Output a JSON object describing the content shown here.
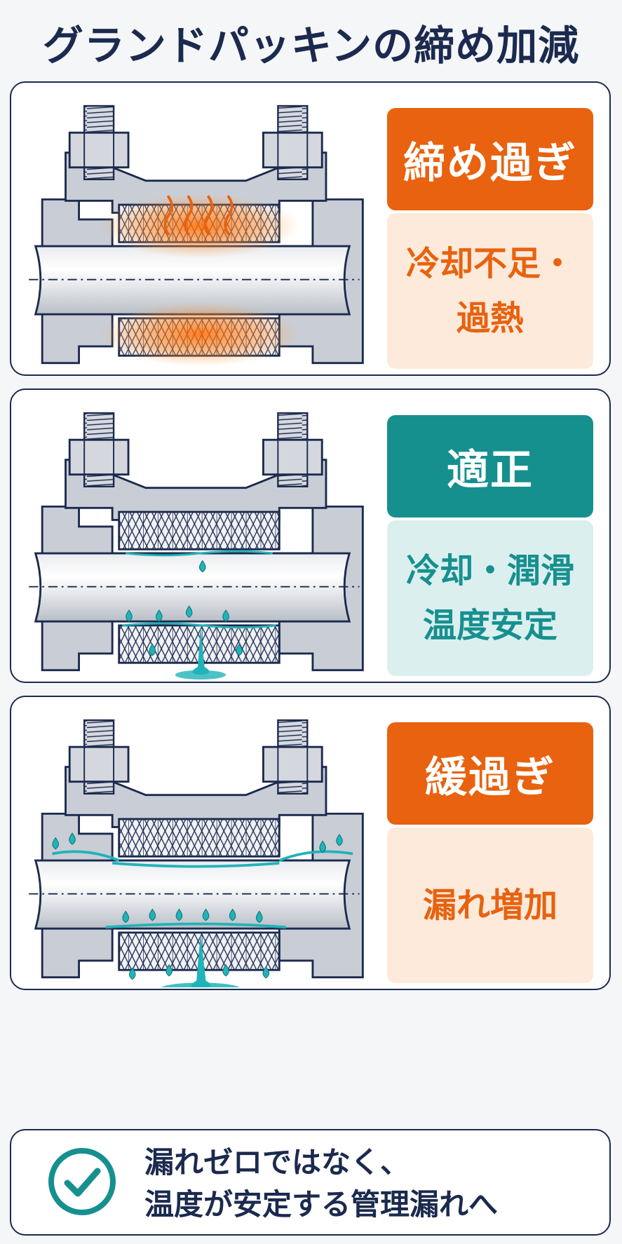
{
  "title": "グランドパッキンの締め加減",
  "panels": [
    {
      "badge": "締め過ぎ",
      "desc_line1": "冷却不足・",
      "desc_line2": "過熱"
    },
    {
      "badge": "適正",
      "desc_line1": "冷却・潤滑",
      "desc_line2": "温度安定"
    },
    {
      "badge": "緩過ぎ",
      "desc_line1": "漏れ増加",
      "desc_line2": ""
    }
  ],
  "summary": {
    "line1": "漏れゼロではなく、",
    "line2": "温度が安定する管理漏れへ"
  },
  "colors": {
    "navy": "#1b2a4e",
    "orange": "#e8620f",
    "orange_light": "#fdeadb",
    "teal": "#16908f",
    "teal_light": "#dcefef",
    "steel": "#c9cdd5"
  },
  "icons": [
    "bolt-icon",
    "nut-icon",
    "heat-wave-icon",
    "water-drop-icon",
    "check-circle-icon"
  ]
}
